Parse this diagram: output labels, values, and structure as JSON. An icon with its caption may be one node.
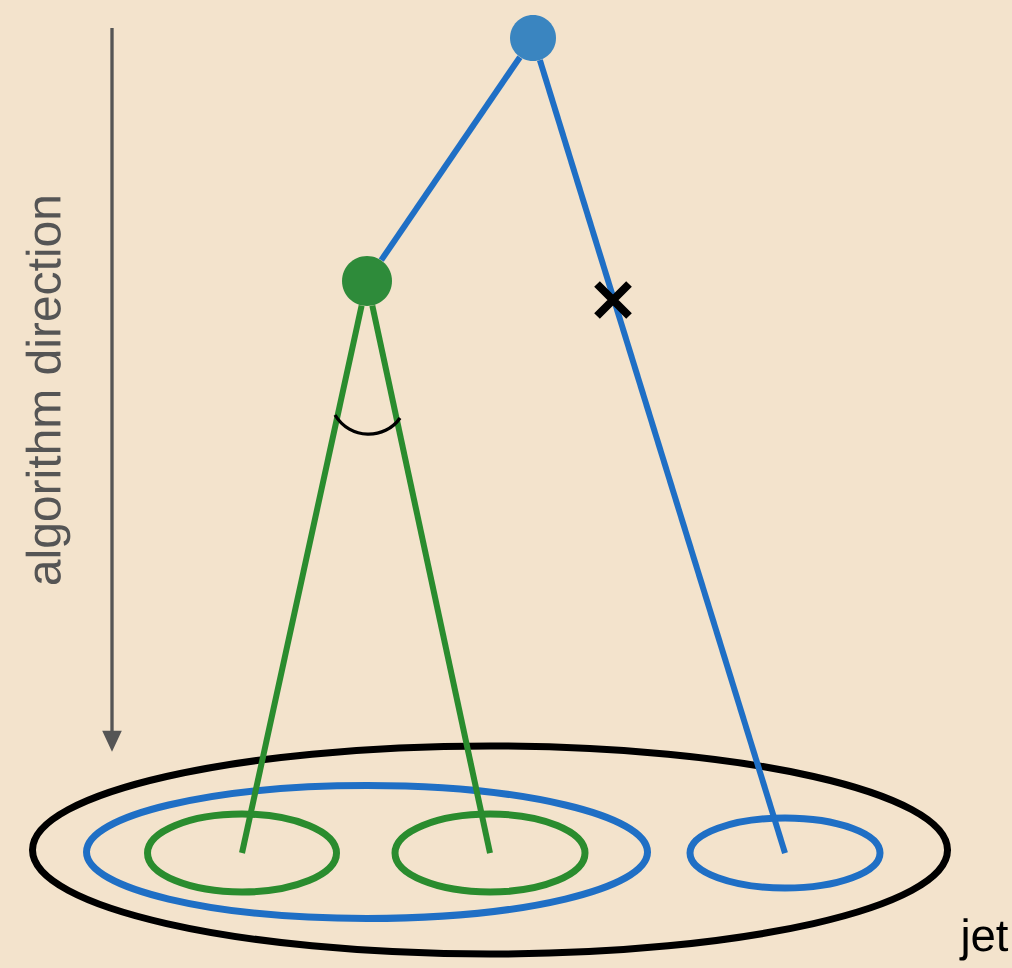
{
  "diagram": {
    "nodes": [
      {
        "text": [],
        "shape": "circle"
      },
      {
        "text": [],
        "shape": "circle"
      },
      {
        "text": [],
        "shape": "ellipse",
        "beside": [
          "jet"
        ]
      },
      {
        "text": [],
        "shape": "ellipse",
        "in": 2
      },
      {
        "text": [],
        "shape": "ellipse",
        "in": 3
      },
      {
        "text": [],
        "shape": "ellipse",
        "in": 3
      },
      {
        "text": [],
        "shape": "ellipse",
        "in": 2
      }
    ],
    "edges": [
      {
        "from": 0,
        "to": 1,
        "arrow": "none",
        "color": "#1f6fc5"
      },
      {
        "from": 1,
        "to": 4,
        "arrow": "none",
        "color": "#2a8c2e"
      },
      {
        "from": 1,
        "to": 5,
        "arrow": "none",
        "color": "#2a8c2e"
      },
      {
        "from": 0,
        "to": 6,
        "arrow": "none",
        "color": "#1f6fc5"
      }
    ],
    "labels": [
      "algorithm direction"
    ]
  }
}
